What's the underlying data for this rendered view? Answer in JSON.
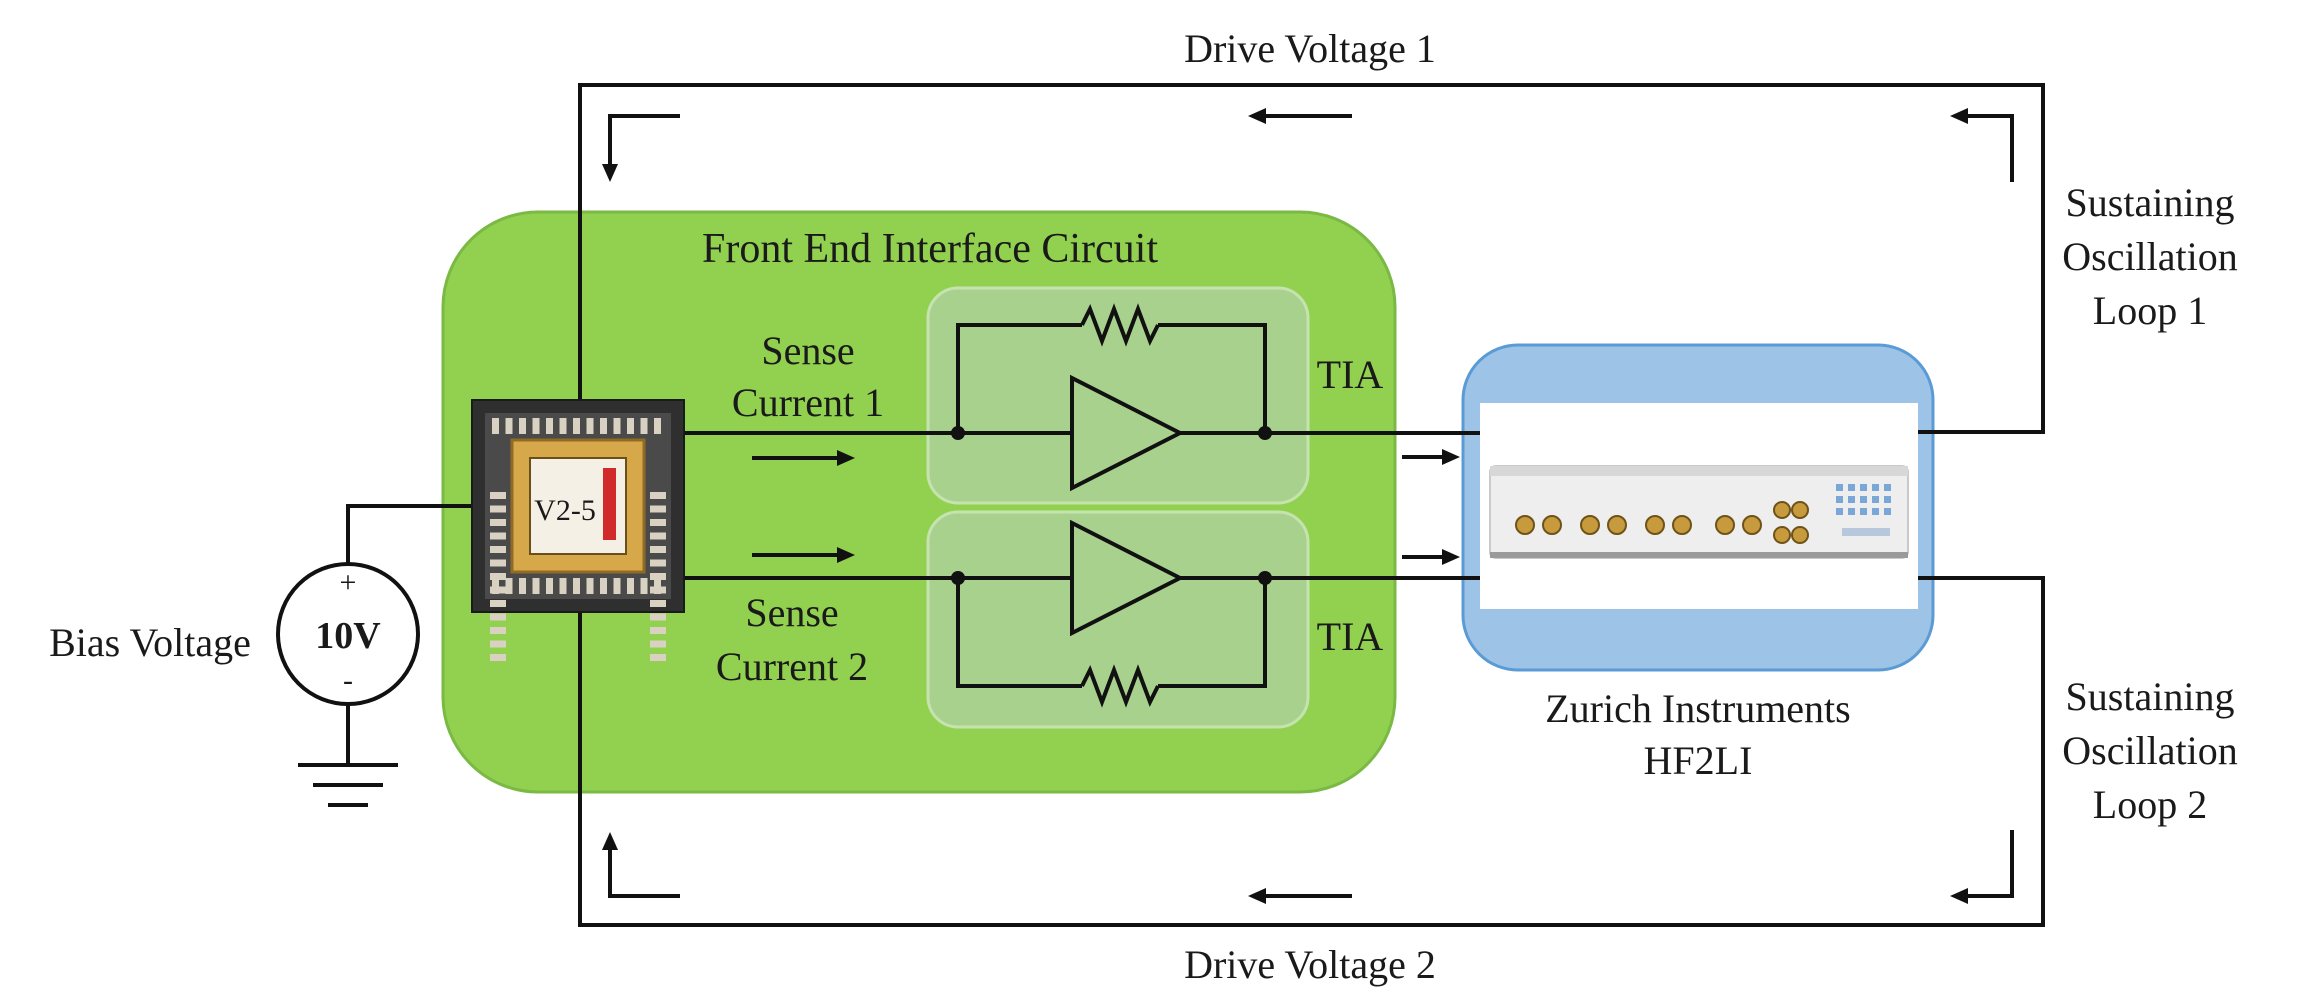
{
  "colors": {
    "front_end_panel": "#92d050",
    "tia_box": "#a9d18e",
    "lockin_panel": "#9dc3e6",
    "chip_body": "#3b3b3b",
    "chip_gold": "#d6a84a",
    "wire": "#111111"
  },
  "labels": {
    "drive_voltage_1": "Drive Voltage 1",
    "drive_voltage_2": "Drive Voltage 2",
    "front_end_title": "Front End Interface Circuit",
    "sense_current_1_line1": "Sense",
    "sense_current_1_line2": "Current 1",
    "sense_current_2_line1": "Sense",
    "sense_current_2_line2": "Current 2",
    "tia_1": "TIA",
    "tia_2": "TIA",
    "bias_voltage": "Bias Voltage",
    "source_value": "10V",
    "source_plus": "+",
    "source_minus": "-",
    "lockin_line1": "Zurich Instruments",
    "lockin_line2": "HF2LI",
    "loop1_line1": "Sustaining",
    "loop1_line2": "Oscillation",
    "loop1_line3": "Loop 1",
    "loop2_line1": "Sustaining",
    "loop2_line2": "Oscillation",
    "loop2_line3": "Loop 2",
    "chip_marking": "V2-5"
  },
  "icons": {
    "chip": "mems-chip-icon",
    "op_amp": "op-amp-icon",
    "resistor": "resistor-icon",
    "ground": "ground-icon",
    "voltage_source": "voltage-source-icon",
    "instrument": "lock-in-amplifier-icon"
  }
}
